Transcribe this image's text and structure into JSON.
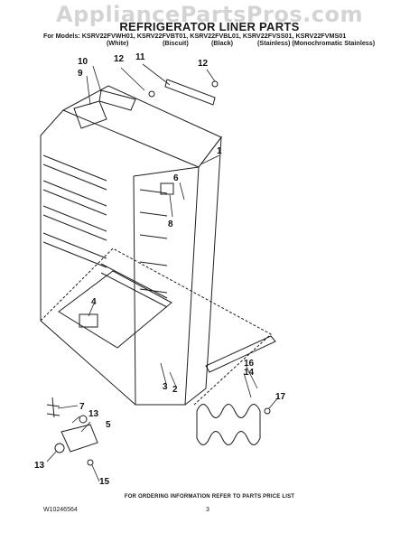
{
  "watermark": "AppliancePartsPros.com",
  "header": {
    "title": "REFRIGERATOR LINER PARTS",
    "models_line": "For Models: KSRV22FVWH01, KSRV22FVBT01, KSRV22FVBL01, KSRV22FVSS01, KSRV22FVMS01",
    "variants": [
      "(White)",
      "(Biscuit)",
      "(Black)",
      "(Stainless) (Monochromatic Stainless)"
    ]
  },
  "callouts": [
    "1",
    "2",
    "3",
    "4",
    "5",
    "6",
    "7",
    "8",
    "9",
    "10",
    "11",
    "12",
    "12",
    "13",
    "13",
    "14",
    "15",
    "16",
    "17"
  ],
  "footer": {
    "ordering_note": "FOR ORDERING INFORMATION REFER TO PARTS PRICE LIST",
    "part_number": "W10246564",
    "page_number": "3"
  }
}
